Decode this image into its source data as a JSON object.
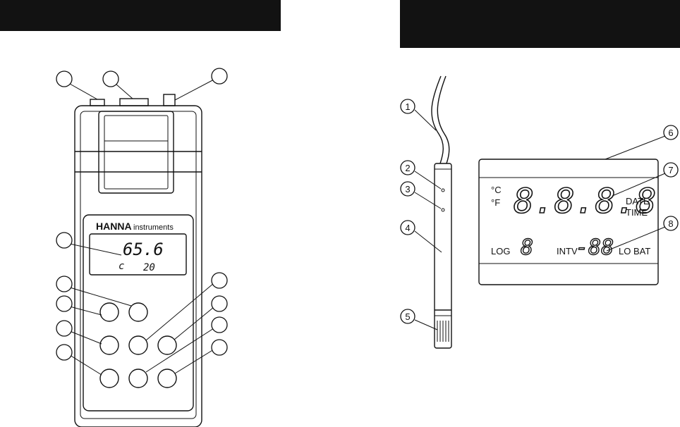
{
  "meter": {
    "brand": "HANNA",
    "brand_sub": "instruments",
    "display_main": "65.6",
    "display_unit": "c",
    "display_small": "20"
  },
  "probe": {
    "callouts": [
      "1",
      "2",
      "3",
      "4",
      "5"
    ]
  },
  "lcd": {
    "callouts": [
      "6",
      "7",
      "8"
    ],
    "unit_c": "°C",
    "unit_f": "°F",
    "main_digits": "8.8.8.8",
    "date_label": "DATE",
    "time_label": "TIME",
    "log_label": "LOG",
    "log_digit": "8",
    "intv_label": "INTV",
    "intv_digits": "-88",
    "lobat_label": "LO BAT"
  }
}
